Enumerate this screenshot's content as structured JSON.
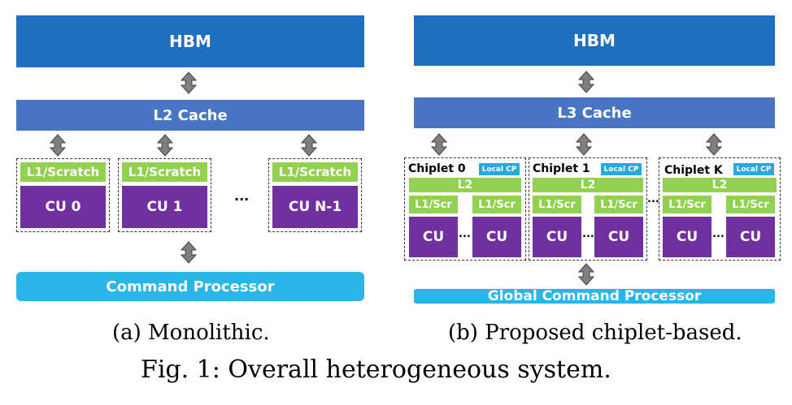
{
  "monolithic": {
    "hbm": "HBM",
    "l2": "L2 Cache",
    "l1_label": "L1/Scratch",
    "cu0": "CU 0",
    "cu1": "CU 1",
    "cun": "CU N-1",
    "ellipsis": "...",
    "command_processor": "Command Processor"
  },
  "chiplet": {
    "hbm": "HBM",
    "l3": "L3 Cache",
    "chiplet0": "Chiplet 0",
    "chiplet1": "Chiplet 1",
    "chipletk": "Chiplet K",
    "local_cp": "Local CP",
    "l2": "L2",
    "l1_scr": "L1/Scr",
    "cu": "CU",
    "ellipsis": "...",
    "global_cp": "Global Command Processor"
  },
  "captions": {
    "a": "(a) Monolithic.",
    "b": "(b) Proposed chiplet-based.",
    "fig": "Fig. 1: Overall heterogeneous system."
  },
  "colors": {
    "hbm": "#1f6fbf",
    "cache": "#4a74c4",
    "l1": "#92d050",
    "cu": "#7030a0",
    "command_processor": "#29b5e8",
    "arrow": "#7f7f7f"
  }
}
